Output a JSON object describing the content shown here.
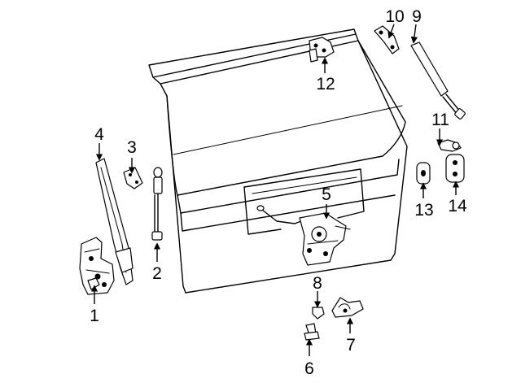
{
  "callouts": [
    {
      "number": "1"
    },
    {
      "number": "2"
    },
    {
      "number": "3"
    },
    {
      "number": "4"
    },
    {
      "number": "5"
    },
    {
      "number": "6"
    },
    {
      "number": "7"
    },
    {
      "number": "8"
    },
    {
      "number": "9"
    },
    {
      "number": "10"
    },
    {
      "number": "11"
    },
    {
      "number": "12"
    },
    {
      "number": "13"
    },
    {
      "number": "14"
    }
  ]
}
